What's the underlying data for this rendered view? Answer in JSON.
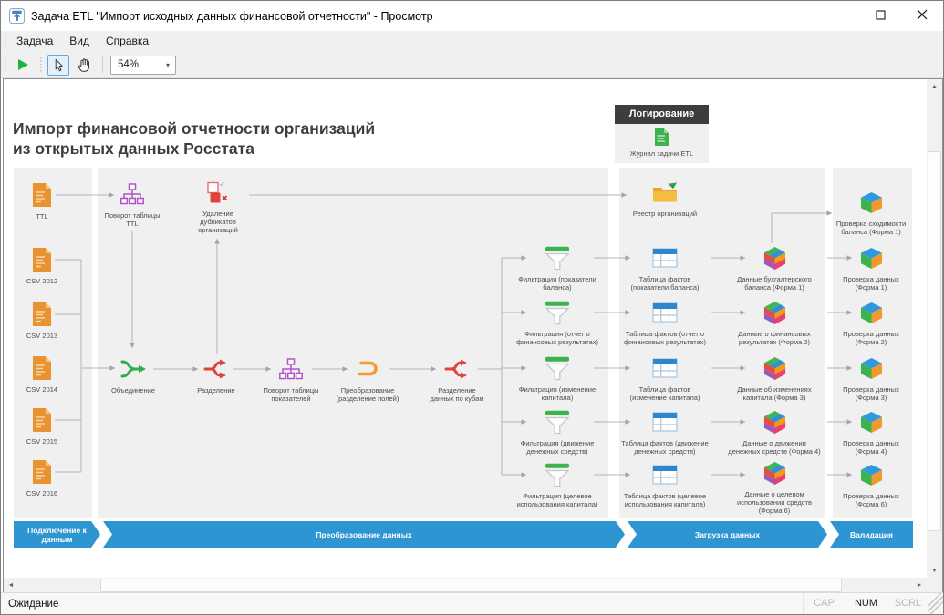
{
  "window": {
    "title": "Задача ETL \"Импорт исходных данных финансовой отчетности\" - Просмотр",
    "controls": [
      "minimize",
      "maximize",
      "close"
    ]
  },
  "menu": {
    "items": [
      {
        "label": "Задача"
      },
      {
        "label": "Вид"
      },
      {
        "label": "Справка"
      }
    ]
  },
  "toolbar": {
    "zoom_value": "54%",
    "icons": [
      "run",
      "pointer-select",
      "pan-hand"
    ],
    "caret": "▾"
  },
  "icons": {
    "scroll_up": "▲",
    "scroll_down": "▼",
    "scroll_left": "◄",
    "scroll_right": "►"
  },
  "diagram": {
    "title": "Импорт финансовой отчетности организаций\nиз открытых данных Росстата",
    "logging": {
      "header": "Логирование",
      "node": {
        "id": "log",
        "icon": "doc-green",
        "label": "Журнал задачи ETL"
      }
    },
    "accent_blue": "#2e95d3",
    "lanes": [
      {
        "id": "connect",
        "label": "Подключение к\nданным"
      },
      {
        "id": "transform",
        "label": "Преобразование данных"
      },
      {
        "id": "load",
        "label": "Загрузка данных"
      },
      {
        "id": "validate",
        "label": "Валидация"
      }
    ],
    "nodes": [
      {
        "id": "ttl",
        "icon": "doc-orange",
        "label": "TTL"
      },
      {
        "id": "csv2012",
        "icon": "doc-orange",
        "label": "CSV 2012"
      },
      {
        "id": "csv2013",
        "icon": "doc-orange",
        "label": "CSV 2013"
      },
      {
        "id": "csv2014",
        "icon": "doc-orange",
        "label": "CSV 2014"
      },
      {
        "id": "csv2015",
        "icon": "doc-orange",
        "label": "CSV 2015"
      },
      {
        "id": "csv2016",
        "icon": "doc-orange",
        "label": "CSV 2016"
      },
      {
        "id": "pivot_ttl",
        "icon": "pivot-purple",
        "label": "Поворот таблицы\nTTL"
      },
      {
        "id": "dedup",
        "icon": "dedup-red",
        "label": "Удаление\nдубликатов\nорганизаций"
      },
      {
        "id": "union",
        "icon": "merge-green",
        "label": "Объединение"
      },
      {
        "id": "split",
        "icon": "split-red",
        "label": "Разделение"
      },
      {
        "id": "pivot_ind",
        "icon": "pivot-purple",
        "label": "Поворот таблицы\nпоказателей"
      },
      {
        "id": "transform",
        "icon": "transform-orange",
        "label": "Преобразование\n(разделение полей)"
      },
      {
        "id": "split_cubes",
        "icon": "split-red",
        "label": "Разделение\nданных по кубам"
      },
      {
        "id": "filter1",
        "icon": "funnel-green",
        "label": "Фильтрация (показатели\nбаланса)"
      },
      {
        "id": "filter2",
        "icon": "funnel-green",
        "label": "Фильтрация (отчет о\nфинансовых результатах)"
      },
      {
        "id": "filter3",
        "icon": "funnel-green",
        "label": "Фильтрация (изменение\nкапитала)"
      },
      {
        "id": "filter4",
        "icon": "funnel-green",
        "label": "Фильтрация (движение\nденежных средств)"
      },
      {
        "id": "filter5",
        "icon": "funnel-green",
        "label": "Фильтрация (целевое\nиспользования капитала)"
      },
      {
        "id": "registry",
        "icon": "folder-yellow",
        "label": "Реестр организаций"
      },
      {
        "id": "fact1",
        "icon": "table-blue",
        "label": "Таблица фактов\n(показатели баланса)"
      },
      {
        "id": "fact2",
        "icon": "table-blue",
        "label": "Таблица фактов (отчет о\nфинансовых результатах)"
      },
      {
        "id": "fact3",
        "icon": "table-blue",
        "label": "Таблица фактов\n(изменение капитала)"
      },
      {
        "id": "fact4",
        "icon": "table-blue",
        "label": "Таблица фактов (движение\nденежных средств)"
      },
      {
        "id": "fact5",
        "icon": "table-blue",
        "label": "Таблица фактов (целевое\nиспользования капитала)"
      },
      {
        "id": "data1",
        "icon": "cube-multi",
        "label": "Данные бухгалтерского\nбаланса (Форма 1)"
      },
      {
        "id": "data2",
        "icon": "cube-multi",
        "label": "Данные о финансовых\nрезультатах (Форма 2)"
      },
      {
        "id": "data3",
        "icon": "cube-multi",
        "label": "Данные об изменениях\nкапитала (Форма 3)"
      },
      {
        "id": "data4",
        "icon": "cube-multi",
        "label": "Данные о движении\nденежных средств (Форма 4)"
      },
      {
        "id": "data5",
        "icon": "cube-multi",
        "label": "Данные о целевом\nиспользовании средств\n(Форма 6)"
      },
      {
        "id": "check0",
        "icon": "cube-tri",
        "label": "Проверка сходимости\nбаланса (Форма 1)"
      },
      {
        "id": "check1",
        "icon": "cube-tri",
        "label": "Проверка данных\n(Форма 1)"
      },
      {
        "id": "check2",
        "icon": "cube-tri",
        "label": "Проверка данных\n(Форма 2)"
      },
      {
        "id": "check3",
        "icon": "cube-tri",
        "label": "Проверка данных\n(Форма 3)"
      },
      {
        "id": "check4",
        "icon": "cube-tri",
        "label": "Проверка данных\n(Форма 4)"
      },
      {
        "id": "check5",
        "icon": "cube-tri",
        "label": "Проверка данных\n(Форма 6)"
      }
    ]
  },
  "status_bar": {
    "text": "Ожидание",
    "indicators": [
      {
        "label": "CAP",
        "active": false
      },
      {
        "label": "NUM",
        "active": true
      },
      {
        "label": "SCRL",
        "active": false
      }
    ]
  }
}
